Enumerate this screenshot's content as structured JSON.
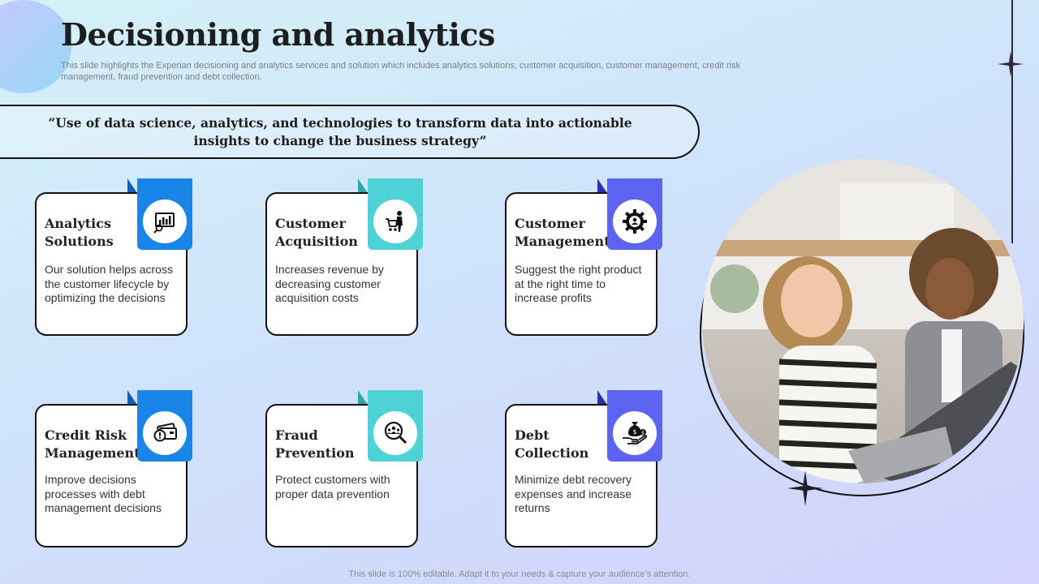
{
  "slide": {
    "title": "Decisioning and analytics",
    "subtitle": "This slide highlights the Experian decisioning and analytics services and solution which includes analytics solutions, customer acquisition, customer management, credit risk management, fraud prevention and debt collection.",
    "quote": "“Use of data science, analytics, and technologies to transform data into actionable insights to change the business strategy”",
    "footer": "This slide is 100% editable. Adapt it to your needs & capture your audience’s attention."
  },
  "colors": {
    "blue": "#1a85e8",
    "teal": "#4fd2d6",
    "purple": "#5b63f0"
  },
  "cards": [
    {
      "title": "Analytics Solutions",
      "description": "Our solution helps across the customer lifecycle by optimizing the decisions",
      "icon": "analytics-chart-icon"
    },
    {
      "title": "Customer Acquisition",
      "description": "Increases revenue by decreasing customer acquisition costs",
      "icon": "shopping-cart-person-icon"
    },
    {
      "title": "Customer Management",
      "description": "Suggest the right product at the right time to increase profits",
      "icon": "gear-person-icon"
    },
    {
      "title": "Credit Risk Management",
      "description": "Improve decisions processes with debt management decisions",
      "icon": "credit-card-warning-icon"
    },
    {
      "title": "Fraud Prevention",
      "description": "Protect customers with proper data prevention",
      "icon": "magnifier-people-icon"
    },
    {
      "title": "Debt Collection",
      "description": "Minimize debt recovery expenses and increase returns",
      "icon": "money-bag-hand-icon"
    }
  ]
}
